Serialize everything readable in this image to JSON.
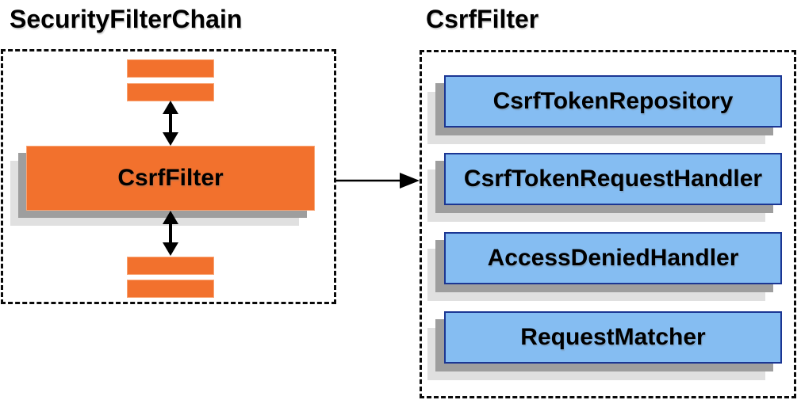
{
  "left_panel": {
    "title": "SecurityFilterChain",
    "filter_label": "CsrfFilter"
  },
  "right_panel": {
    "title": "CsrfFilter",
    "components": [
      "CsrfTokenRepository",
      "CsrfTokenRequestHandler",
      "AccessDeniedHandler",
      "RequestMatcher"
    ]
  },
  "colors": {
    "orange": "#f2712d",
    "orange_border": "#f9a473",
    "blue": "#85bdf2",
    "blue_border": "#1b3693",
    "shadow_dark": "#9e9e9e",
    "shadow_light": "#e0e0e0",
    "arrow": "#000000",
    "text": "#000000"
  }
}
